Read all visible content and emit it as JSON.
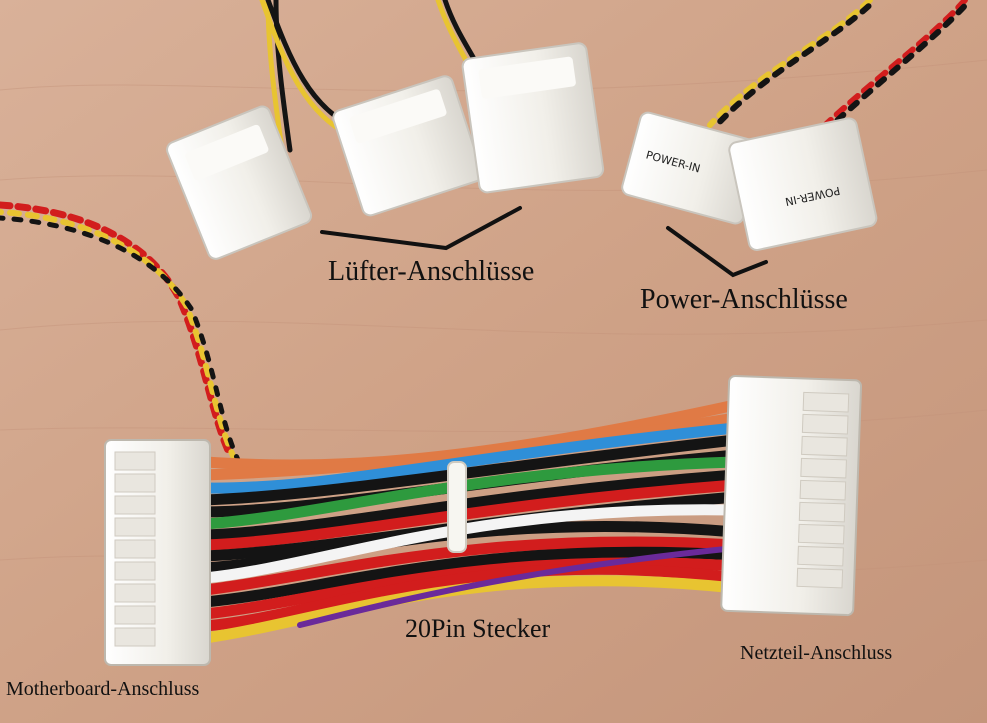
{
  "labels": {
    "luefter": "Lüfter-Anschlüsse",
    "power": "Power-Anschlüsse",
    "stecker": "20Pin Stecker",
    "netzteil": "Netzteil-Anschluss",
    "motherboard": "Motherboard-Anschluss"
  },
  "connector_text": {
    "power_in_1": "POWER-IN",
    "power_in_2": "POWER-IN"
  },
  "colors": {
    "desk": "#cfa48a",
    "connector": "#f2f0ea",
    "wire_orange": "#e07a45",
    "wire_blue": "#2f8fd8",
    "wire_green": "#2e9a3e",
    "wire_black": "#141414",
    "wire_white": "#f4f4f4",
    "wire_red": "#d21d1d",
    "wire_yellow": "#e8c431",
    "wire_purple": "#6a2a9a"
  }
}
